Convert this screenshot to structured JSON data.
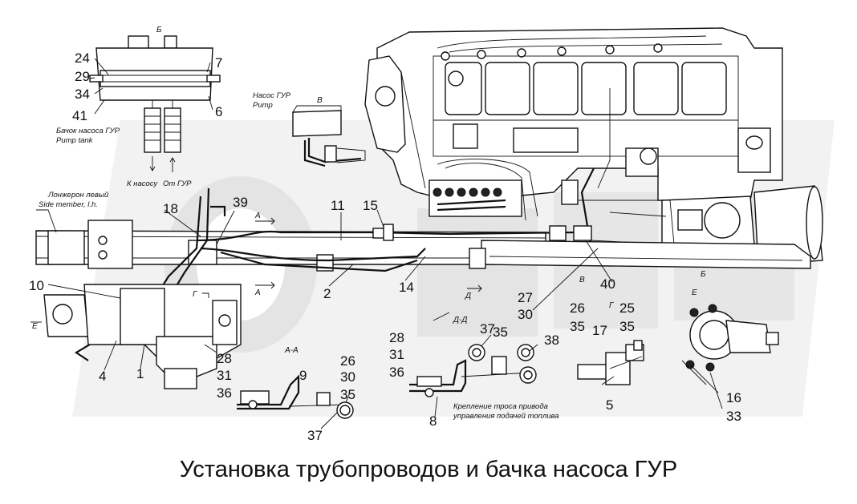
{
  "title": "Установка трубопроводов и бачка насоса ГУР",
  "callouts": {
    "n1": "1",
    "n2": "2",
    "n4": "4",
    "n5": "5",
    "n6": "6",
    "n7": "7",
    "n8": "8",
    "n9": "9",
    "n10": "10",
    "n11": "11",
    "n14": "14",
    "n15": "15",
    "n16": "16",
    "n17": "17",
    "n18": "18",
    "n24": "24",
    "n25": "25",
    "n26a": "26",
    "n26b": "26",
    "n27": "27",
    "n28a": "28",
    "n28b": "28",
    "n29": "29",
    "n30a": "30",
    "n30b": "30",
    "n31a": "31",
    "n31b": "31",
    "n33": "33",
    "n34": "34",
    "n35a": "35",
    "n35b": "35",
    "n35c": "35",
    "n35d": "35",
    "n36a": "36",
    "n36b": "36",
    "n37a": "37",
    "n37b": "37",
    "n38": "38",
    "n39": "39",
    "n40": "40",
    "n41": "41"
  },
  "notes": {
    "tank_ru": "Бачок насоса ГУР",
    "tank_en": "Pump tank",
    "pump_ru": "Насос ГУР",
    "pump_en": "Pump",
    "to_pump": "К насосу",
    "from_pump": "От ГУР",
    "member_ru": "Лонжерон левый",
    "member_en": "Side member, l.h.",
    "cable_line1": "Крепление троса привода",
    "cable_line2": "управления подачей топлива"
  },
  "views": {
    "b_top": "Б",
    "v_pump": "В",
    "a_arrow1": "А",
    "a_arrow2": "А",
    "g_left": "Г",
    "d_arrow": "Д",
    "v_mid": "В",
    "g_mid": "Г",
    "b_right": "Б",
    "e_left": "Е",
    "e_right": "Е",
    "aa": "А-А",
    "dd": "Д-Д"
  },
  "colors": {
    "line": "#111111",
    "watermark": "#d9d9d9",
    "background": "#ffffff"
  }
}
